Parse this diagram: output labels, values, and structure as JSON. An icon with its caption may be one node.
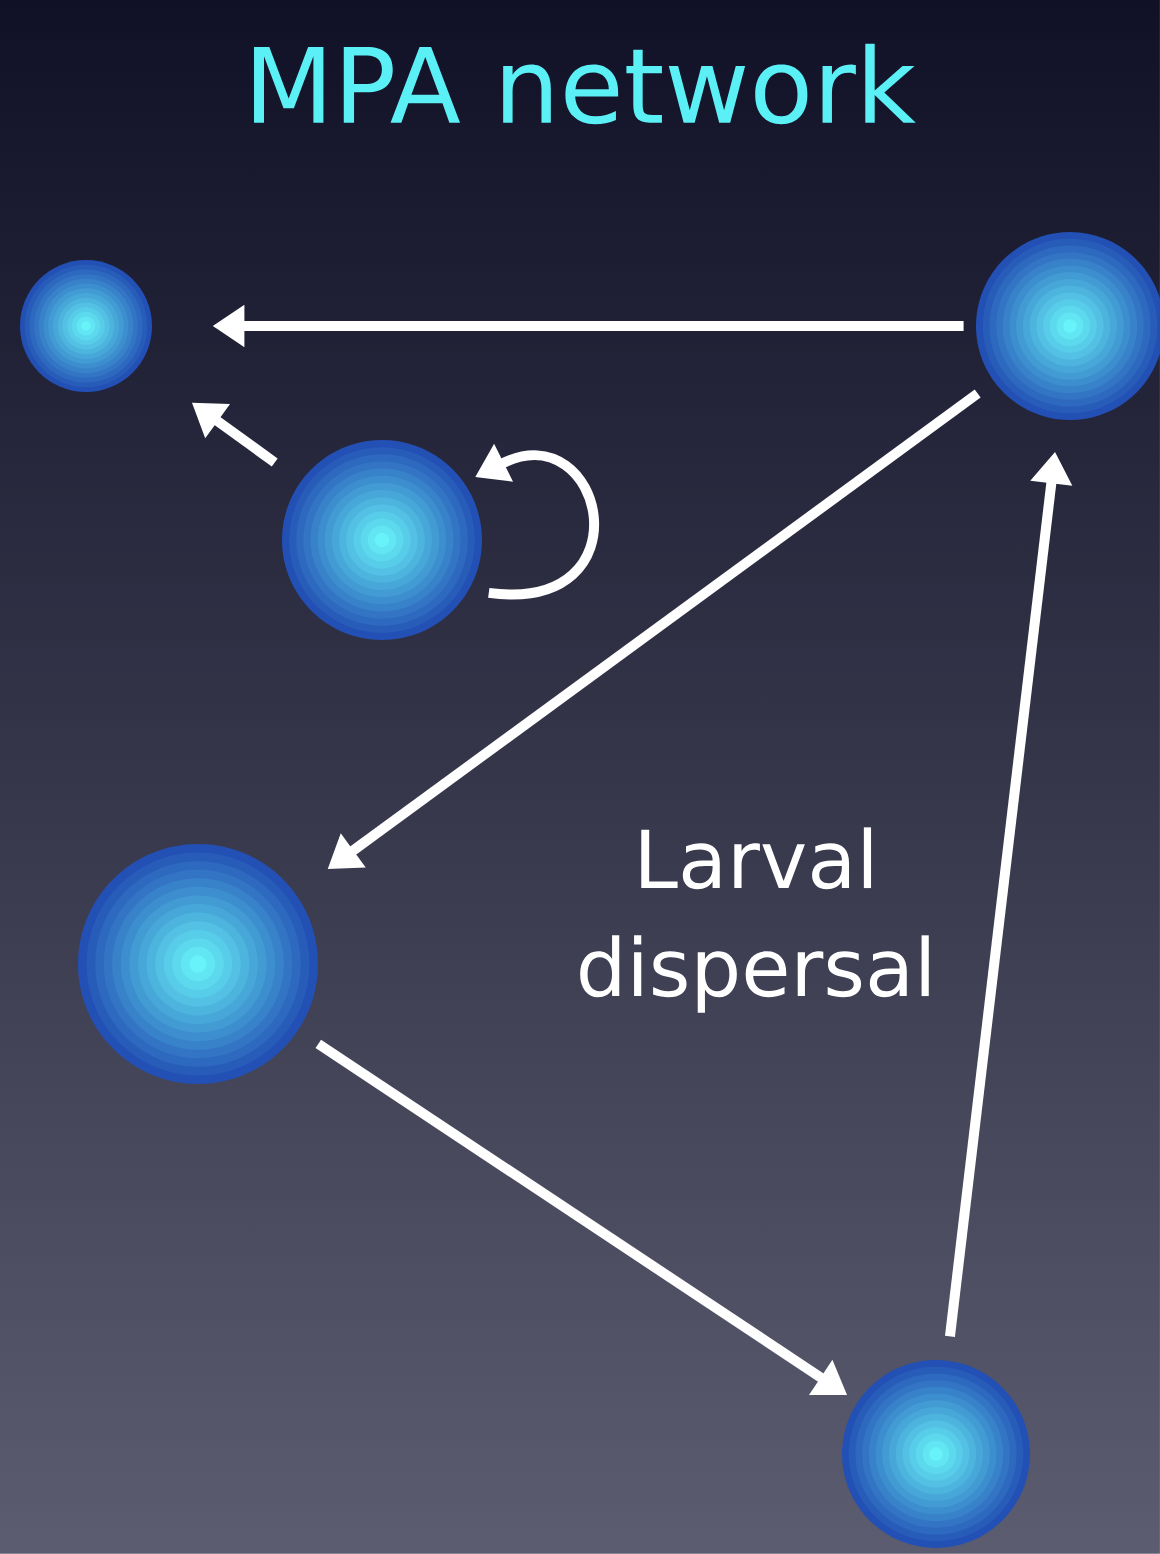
{
  "diagram": {
    "title": "MPA network",
    "nodes": [
      {
        "text": [],
        "shape": "circle"
      },
      {
        "text": [],
        "shape": "circle"
      },
      {
        "text": [],
        "shape": "circle"
      },
      {
        "text": [],
        "shape": "circle"
      },
      {
        "text": [],
        "shape": "circle"
      }
    ],
    "edges": [
      {
        "from": 1,
        "to": 0,
        "arrow": "to"
      },
      {
        "from": 2,
        "to": 0,
        "arrow": "to"
      },
      {
        "from": 2,
        "to": 2,
        "arrow": "to"
      },
      {
        "from": 1,
        "to": 3,
        "arrow": "to"
      },
      {
        "from": 3,
        "to": 4,
        "arrow": "to"
      },
      {
        "from": 4,
        "to": 1,
        "arrow": "to"
      }
    ],
    "labels": [
      "Larval dispersal"
    ]
  }
}
